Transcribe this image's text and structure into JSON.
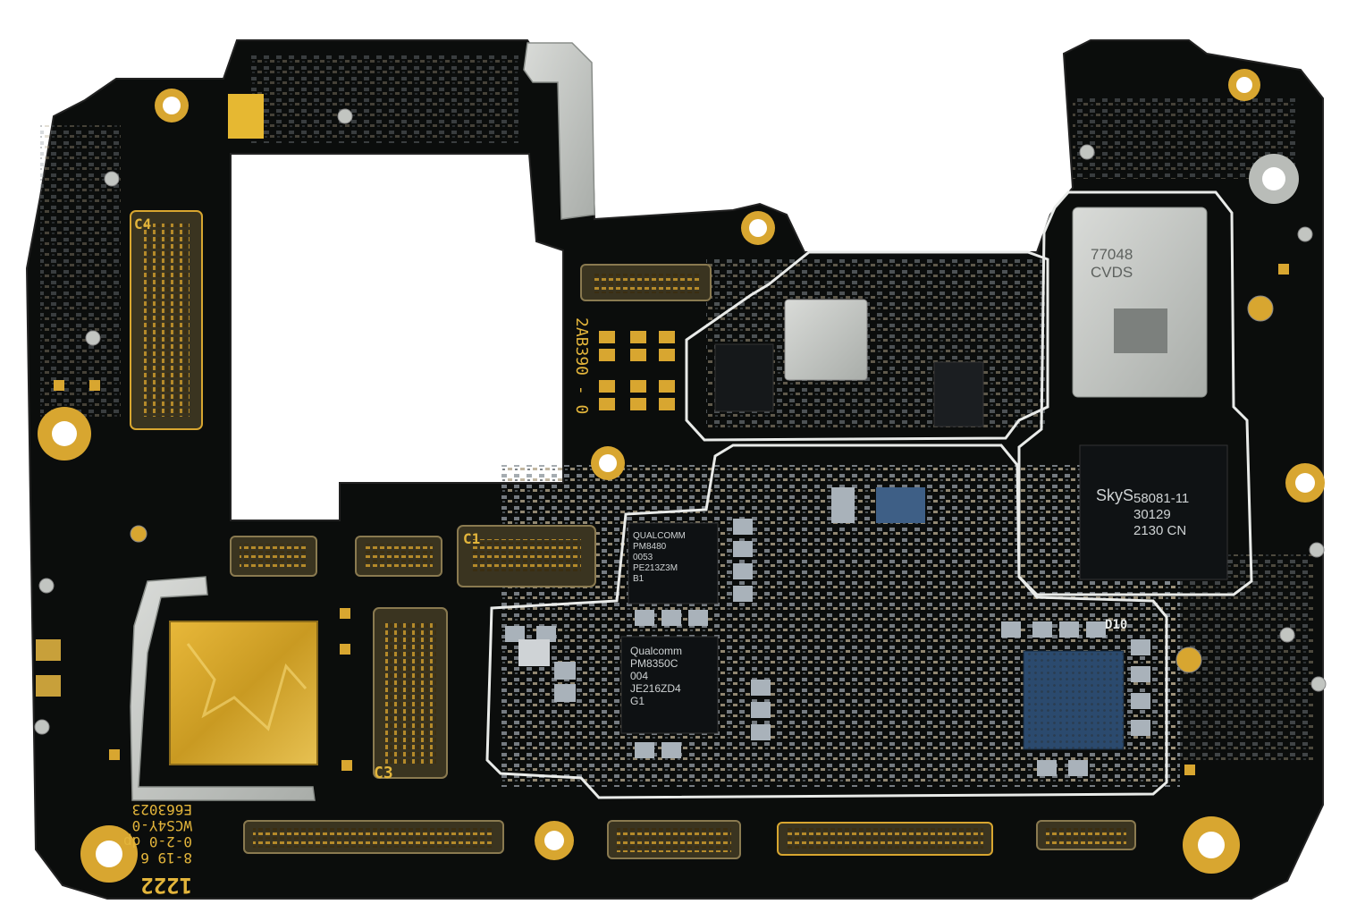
{
  "colors": {
    "board": "#0b0d0c",
    "board_edge": "#1a1d1b",
    "gold": "#d8a630",
    "gold_light": "#f0c648",
    "silk": "#e3b53b",
    "shield": "#c9ccc8",
    "chip": "#15181a",
    "chip_text": "#cfd3d4",
    "component": "#9aa3ab",
    "cutout": "#ffffff"
  },
  "connectors": {
    "c4": "C4",
    "c1": "C1",
    "c3": "C3"
  },
  "board_labels": {
    "board_code": "2AB390 - 0",
    "d10": "D10",
    "corner_lines": [
      "E663023",
      "WCS4Y-0",
      "0-2-0 dp",
      "8-19 6",
      "1222"
    ]
  },
  "chips": {
    "pmic_a": {
      "lines": [
        "QUALCOMM",
        "PM8480",
        "0053",
        "PE213Z3M",
        "B1"
      ]
    },
    "pmic_b": {
      "lines": [
        "Qualcomm",
        "PM8350C",
        "004",
        "JE216ZD4",
        "G1"
      ]
    },
    "rf_module": {
      "lines": [
        "77048",
        "CVDS"
      ]
    },
    "skyworks": {
      "lines": [
        "SkyS",
        "58081-11",
        "30129",
        "2130 CN"
      ]
    }
  }
}
